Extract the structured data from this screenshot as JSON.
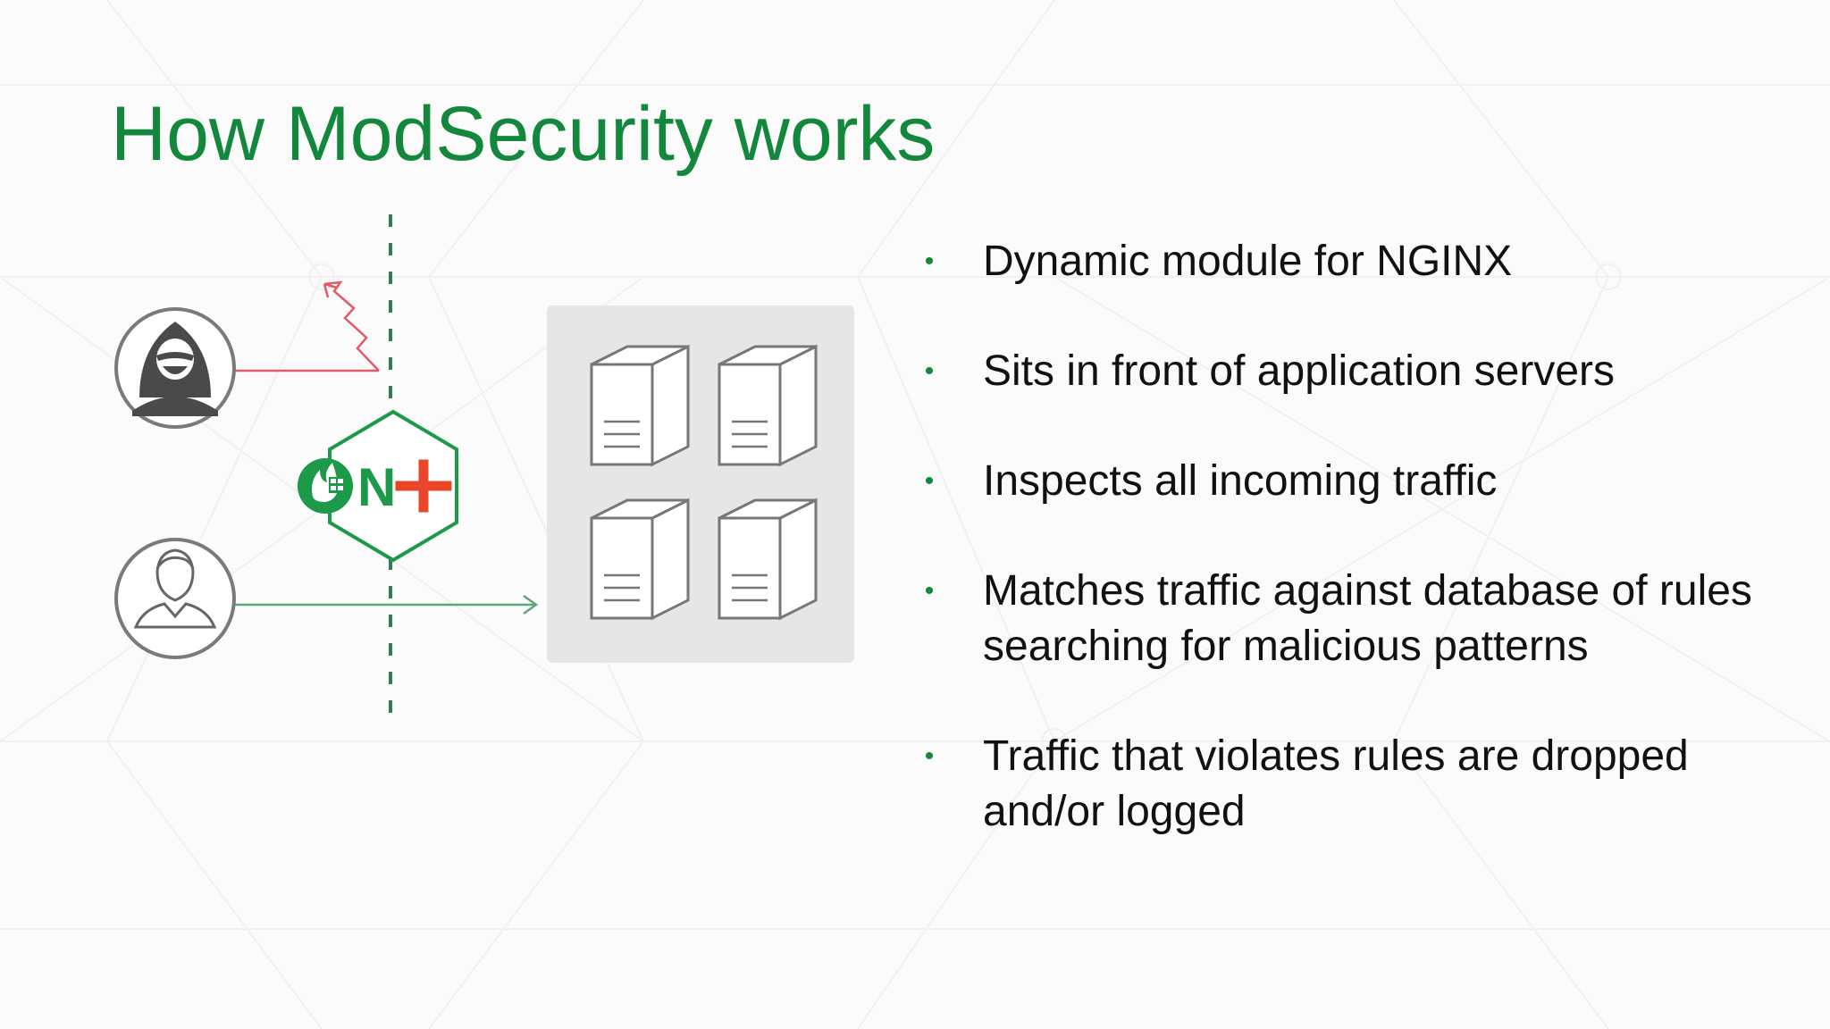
{
  "slide": {
    "title": "How ModSecurity works",
    "bullets": [
      "Dynamic module for NGINX",
      "Sits in front of application servers",
      "Inspects all incoming traffic",
      "Matches traffic against database of rules searching for malicious patterns",
      "Traffic that violates rules are dropped and/or logged"
    ],
    "bullet_marker": "•"
  },
  "diagram": {
    "badge_text": "N+",
    "icons": [
      "hacker-icon",
      "user-icon",
      "nginx-plus-modsecurity-icon",
      "server-icon"
    ],
    "colors": {
      "title": "#13883d",
      "attack_line": "#e05a6a",
      "traffic_line": "#5ba979",
      "boundary_line": "#2f7f55",
      "badge_green": "#1c9a4a",
      "badge_red": "#e8452a"
    }
  }
}
